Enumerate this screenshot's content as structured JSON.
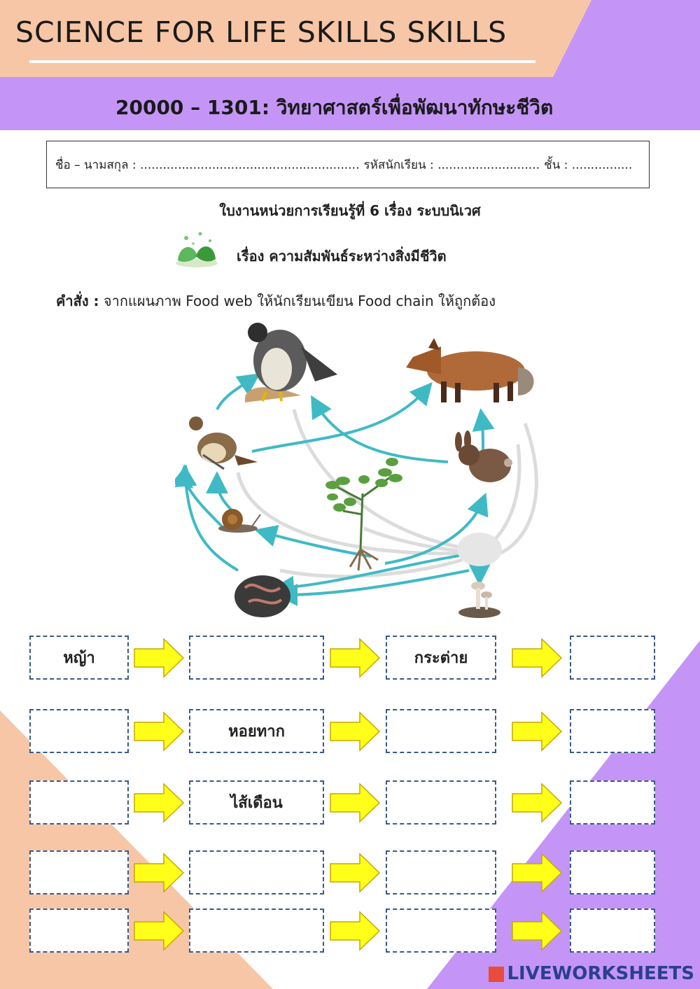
{
  "header": {
    "title": "SCIENCE FOR LIFE SKILLS SKILLS",
    "subtitle": "20000 – 1301: วิทยาศาสตร์เพื่อพัฒนาทักษะชีวิต"
  },
  "student_info": {
    "name_label": "ชื่อ – นามสกุล : ..........................................................",
    "id_label": "รหัสนักเรียน : ...........................",
    "class_label": "ชั้น : ................"
  },
  "worksheet": {
    "unit_title": "ใบงานหน่วยการเรียนรู้ที่ 6  เรื่อง ระบบนิเวศ",
    "topic": "เรื่อง ความสัมพันธ์ระหว่างสิ่งมีชีวิต",
    "instruction_label": "คำสั่ง :",
    "instruction_text": " จากแผนภาพ Food web ให้นักเรียนเขียน Food chain ให้ถูกต้อง"
  },
  "chains": [
    [
      "หญ้า",
      "",
      "กระต่าย",
      ""
    ],
    [
      "",
      "หอยทาก",
      "",
      ""
    ],
    [
      "",
      "ไส้เดือน",
      "",
      ""
    ],
    [
      "",
      "",
      "",
      ""
    ],
    [
      "",
      "",
      "",
      ""
    ]
  ],
  "colors": {
    "peach": "#f7c6a6",
    "purple": "#c495f7",
    "arrow_fill": "#ffff1a",
    "arrow_stroke": "#c9a600",
    "web_teal": "#3fbac4",
    "web_grey": "#dcdcdc",
    "box_border": "#3a5a8a"
  },
  "food_web_icons": [
    "falcon-icon",
    "fox-icon",
    "thrush-bird-icon",
    "rabbit-icon",
    "plant-icon",
    "snail-icon",
    "earthworm-icon",
    "mushroom-icon",
    "decomposer-node-icon",
    "leaf-logo-icon"
  ],
  "footer": {
    "brand": "LIVEWORKSHEETS"
  }
}
